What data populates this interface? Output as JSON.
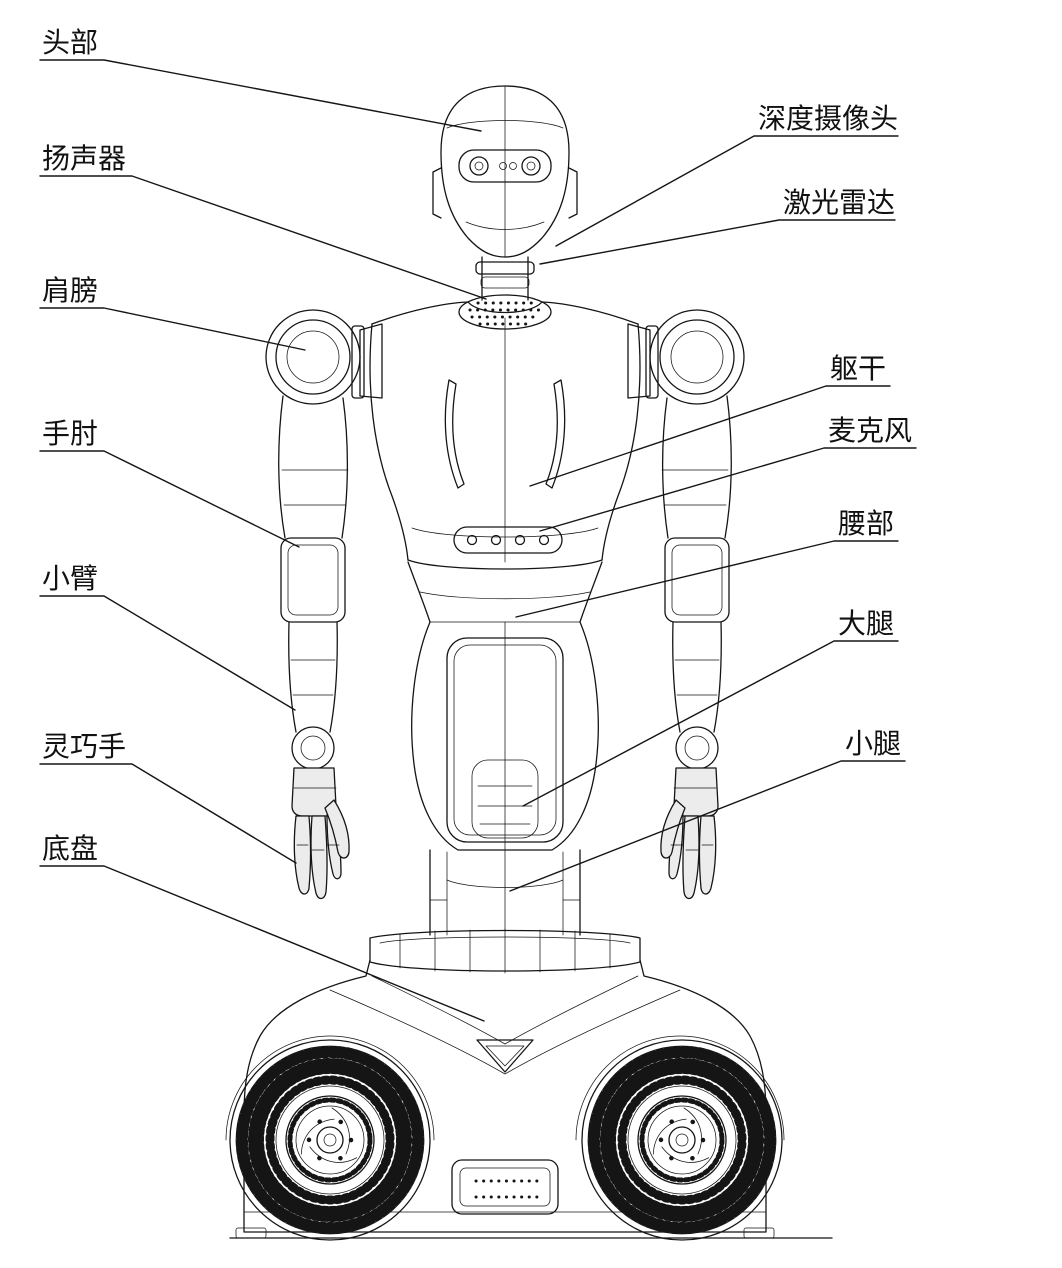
{
  "page": {
    "background": "#ffffff",
    "ink": "#151515",
    "description": "Front-view technical line drawing of a wheeled humanoid robot with callout part labels"
  },
  "labels": {
    "left": [
      {
        "id": "head",
        "text": "头部"
      },
      {
        "id": "speaker",
        "text": "扬声器"
      },
      {
        "id": "shoulder",
        "text": "肩膀"
      },
      {
        "id": "elbow",
        "text": "手肘"
      },
      {
        "id": "forearm",
        "text": "小臂"
      },
      {
        "id": "dexterous-hand",
        "text": "灵巧手"
      },
      {
        "id": "chassis",
        "text": "底盘"
      }
    ],
    "right": [
      {
        "id": "depth-camera",
        "text": "深度摄像头"
      },
      {
        "id": "lidar",
        "text": "激光雷达"
      },
      {
        "id": "torso",
        "text": "躯干"
      },
      {
        "id": "microphone",
        "text": "麦克风"
      },
      {
        "id": "waist",
        "text": "腰部"
      },
      {
        "id": "thigh",
        "text": "大腿"
      },
      {
        "id": "calf",
        "text": "小腿"
      }
    ]
  }
}
